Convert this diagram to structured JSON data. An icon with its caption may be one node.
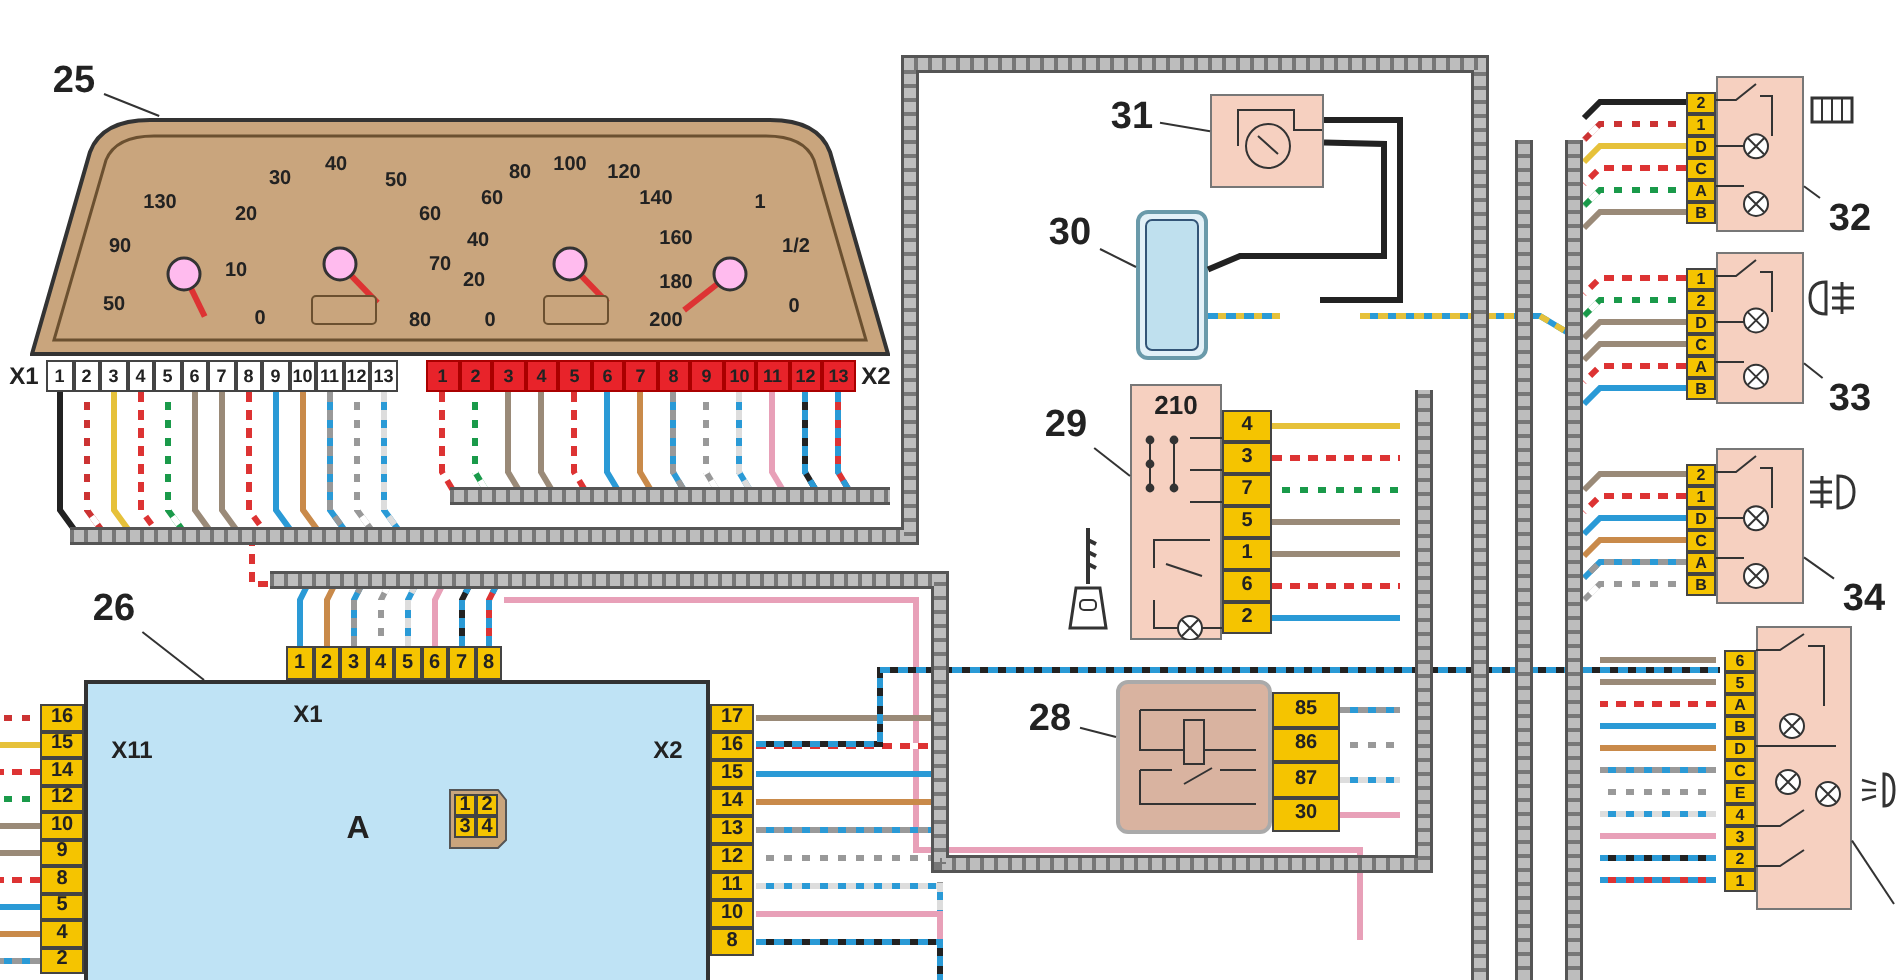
{
  "diagram": {
    "nodes": [
      {
        "text": [
          "25"
        ]
      },
      {
        "text": [],
        "shape": "picture"
      },
      {
        "text": [
          "31"
        ]
      },
      {
        "text": [],
        "shape": "box"
      },
      {
        "text": [
          "30"
        ]
      },
      {
        "text": [],
        "shape": "picture"
      },
      {
        "text": [
          "32"
        ]
      },
      {
        "text": [],
        "shape": "box"
      },
      {
        "text": [
          "29"
        ]
      },
      {
        "text": [],
        "shape": "box"
      },
      {
        "text": [
          "33"
        ]
      },
      {
        "text": [],
        "shape": "box"
      },
      {
        "text": [
          "26"
        ]
      },
      {
        "text": [],
        "shape": "box"
      },
      {
        "text": [
          "34"
        ]
      },
      {
        "text": [],
        "shape": "box"
      },
      {
        "text": [
          "28"
        ]
      },
      {
        "text": [],
        "shape": "box"
      },
      {
        "text": [],
        "shape": "box"
      }
    ],
    "edges": [
      {
        "from": 0,
        "to": 1,
        "arrow": "none"
      },
      {
        "from": 2,
        "to": 3,
        "arrow": "none"
      },
      {
        "from": 4,
        "to": 5,
        "arrow": "none"
      },
      {
        "from": 6,
        "to": 7,
        "arrow": "none"
      },
      {
        "from": 8,
        "to": 9,
        "arrow": "none"
      },
      {
        "from": 10,
        "to": 11,
        "arrow": "none"
      },
      {
        "from": 12,
        "to": 13,
        "arrow": "none"
      },
      {
        "from": 14,
        "to": 15,
        "arrow": "none"
      },
      {
        "from": 16,
        "to": 17,
        "arrow": "none"
      },
      {
        "from": null,
        "to": 18,
        "arrow": "none"
      },
      {
        "from": 3,
        "to": 5,
        "arrow": "none",
        "style": "thick"
      }
    ],
    "labels": [
      "130",
      "90",
      "50",
      "30",
      "40",
      "50",
      "20",
      "60",
      "10",
      "70",
      "0",
      "80",
      "80",
      "100",
      "120",
      "60",
      "140",
      "40",
      "160",
      "20",
      "180",
      "0",
      "200",
      "1",
      "1/2",
      "0",
      "X1",
      "1",
      "2",
      "3",
      "4",
      "5",
      "6",
      "7",
      "8",
      "9",
      "10",
      "11",
      "12",
      "13",
      "1",
      "2",
      "3",
      "4",
      "5",
      "6",
      "7",
      "8",
      "9",
      "10",
      "11",
      "12",
      "13",
      "X2",
      "1",
      "2",
      "3",
      "4",
      "5",
      "6",
      "7",
      "8",
      "X1",
      "X11",
      "X2",
      "A",
      "16",
      "15",
      "14",
      "12",
      "10",
      "9",
      "8",
      "5",
      "4",
      "2",
      "1",
      "2",
      "3",
      "4",
      "17",
      "16",
      "15",
      "14",
      "13",
      "12",
      "11",
      "10",
      "8",
      "210",
      "4",
      "3",
      "7",
      "5",
      "1",
      "6",
      "2",
      "85",
      "86",
      "87",
      "30",
      "2",
      "1",
      "D",
      "C",
      "A",
      "B",
      "1",
      "2",
      "D",
      "C",
      "A",
      "B",
      "2",
      "1",
      "D",
      "C",
      "A",
      "B",
      "6",
      "5",
      "A",
      "B",
      "D",
      "C",
      "E",
      "4",
      "3",
      "2",
      "1"
    ]
  }
}
